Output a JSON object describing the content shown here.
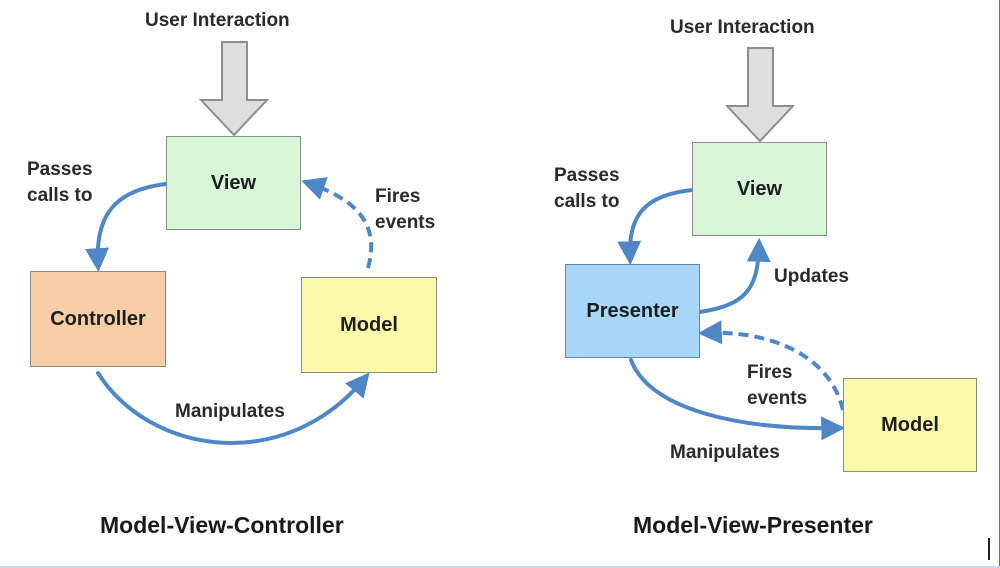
{
  "colors": {
    "arrow_blue": "#4f86c6",
    "input_arrow_fill": "#dedede",
    "input_arrow_stroke": "#8e8e8e",
    "view_fill": "#d8f6d8",
    "controller_fill": "#f8cea6",
    "model_fill": "#fbfaa8",
    "presenter_fill": "#a9d6fb"
  },
  "mvc": {
    "user_interaction": "User Interaction",
    "view": "View",
    "controller": "Controller",
    "model": "Model",
    "passes_1": "Passes",
    "passes_2": "calls to",
    "fires_1": "Fires",
    "fires_2": "events",
    "manipulates": "Manipulates",
    "title": "Model-View-Controller"
  },
  "mvp": {
    "user_interaction": "User Interaction",
    "view": "View",
    "presenter": "Presenter",
    "model": "Model",
    "passes_1": "Passes",
    "passes_2": "calls to",
    "updates": "Updates",
    "fires_1": "Fires",
    "fires_2": "events",
    "manipulates": "Manipulates",
    "title": "Model-View-Presenter"
  }
}
